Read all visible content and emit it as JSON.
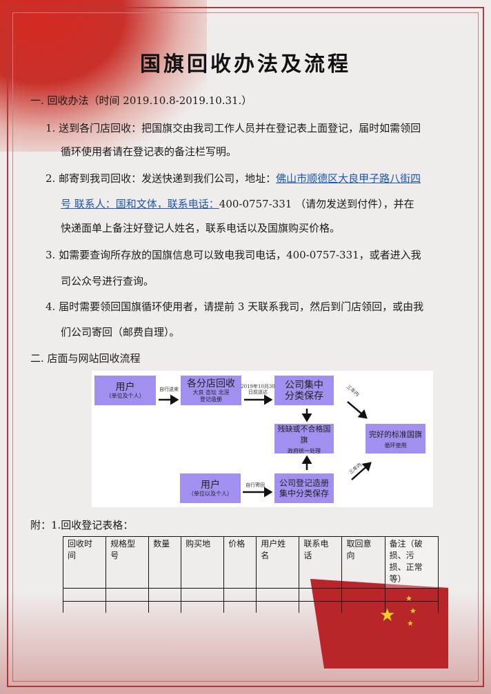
{
  "title": "国旗回收办法及流程",
  "section1": {
    "heading": "一. 回收办法（时间 2019.10.8-2019.10.31.）",
    "items": [
      {
        "lines": [
          "1. 送到各门店回收：把国旗交由我司工作人员并在登记表上面登记，届时如需领回",
          "循环使用者请在登记表的备注栏写明。"
        ]
      },
      {
        "line1_text": "2. 邮寄到我司回收：发送快递到我们公司，地址：",
        "line1_link": "佛山市顺德区大良甲子路八街四",
        "line2_link": "号 联系人：国和文体，联系电话：",
        "line2_text": "400-0757-331 （请勿发送到付件），并在",
        "line3": "快递面单上备注好登记人姓名，联系电话以及国旗购买价格。"
      },
      {
        "lines": [
          "3. 如需要查询所存放的国旗信息可以致电我司电话，400-0757-331，或者进入我",
          "司公众号进行查询。"
        ]
      },
      {
        "lines": [
          "4. 届时需要领回国旗循环使用者，请提前 3 天联系我司，然后到门店领回，或由我",
          "们公司寄回（邮费自理）。"
        ]
      }
    ]
  },
  "section2": {
    "heading": "二.    店面与网站回收流程"
  },
  "flow": {
    "user1": {
      "title": "用户",
      "sub": "（单位及个人）"
    },
    "store": {
      "title": "各分店回收",
      "sub1": "大良  杏坛  北滘",
      "sub2": "登记造册"
    },
    "company": {
      "l1": "公司集中",
      "l2": "分类保存"
    },
    "defect": {
      "title": "残缺或不合格国旗",
      "sub": "政府统一处理"
    },
    "good": {
      "title": "完好的标准国旗",
      "sub": "循环使用"
    },
    "user2": {
      "title": "用户",
      "sub": "（单位以及个人）"
    },
    "company2": {
      "l1": "公司登记造册",
      "l2": "集中分类保存"
    },
    "arrow1": "自行送来",
    "arrow2a": "2019年10月30",
    "arrow2b": "日前送达",
    "arrow3": "自行寄回",
    "within1": "三年内",
    "within2": "三年内"
  },
  "appendix": {
    "heading": "附：1.回收登记表格：",
    "headers": [
      [
        "回收时",
        "间"
      ],
      [
        "规格型",
        "号"
      ],
      [
        "数量",
        ""
      ],
      [
        "购买地",
        ""
      ],
      [
        "价格",
        ""
      ],
      [
        "用户姓",
        "名"
      ],
      [
        "联系电",
        "话"
      ],
      [
        "取回意",
        "向"
      ],
      [
        "备注（破",
        "损、污",
        "损、正常",
        "等）"
      ]
    ]
  }
}
